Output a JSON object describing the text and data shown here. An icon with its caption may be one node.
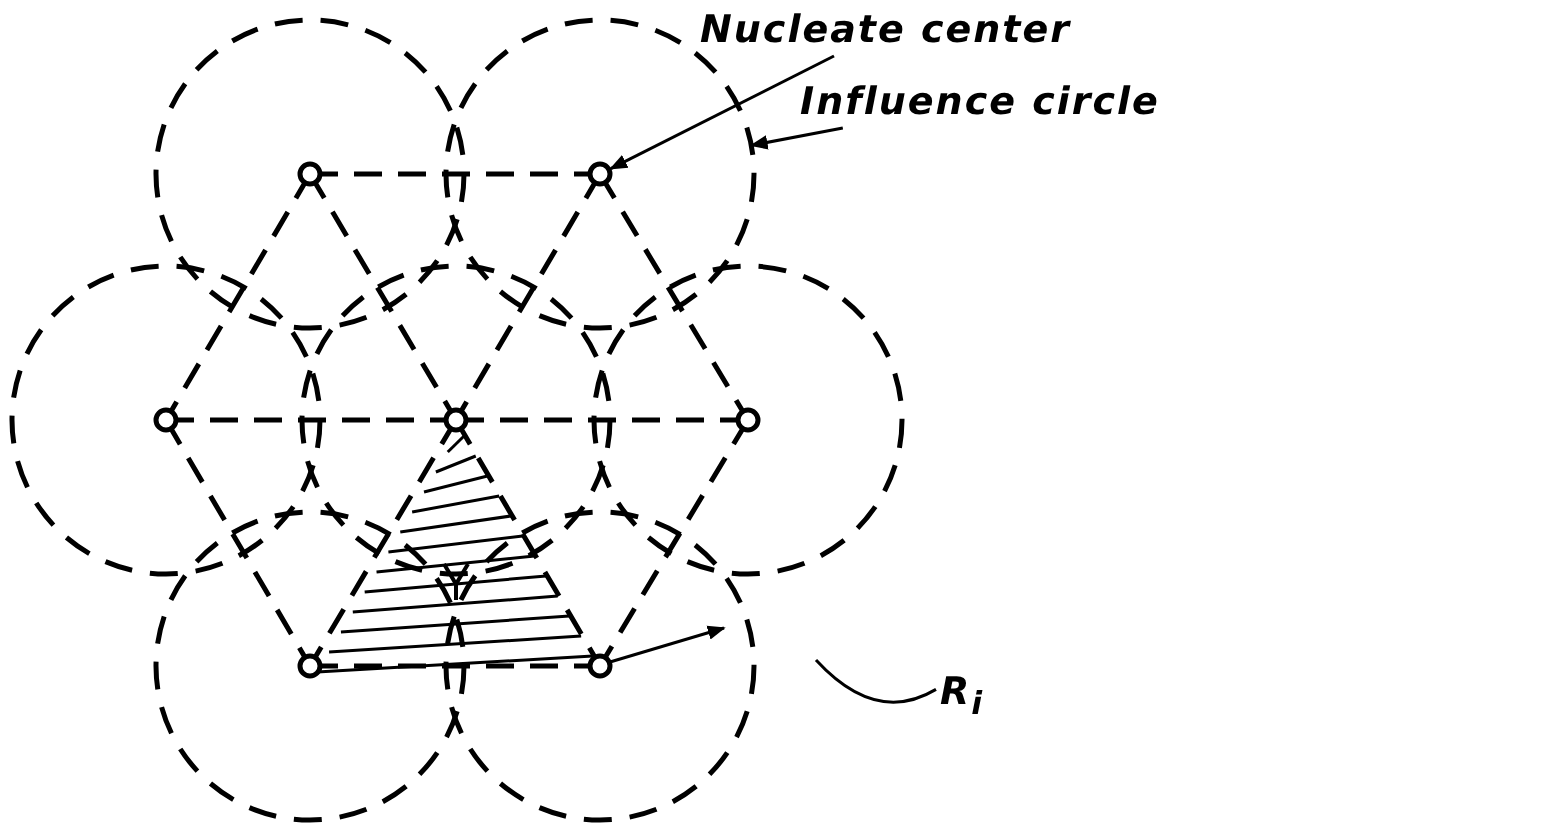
{
  "diagram": {
    "nodes": [
      {
        "text": [
          "Nucleate center"
        ]
      },
      {
        "text": [
          "Influence circle"
        ]
      },
      {
        "text": [
          "R$_{i}$"
        ]
      },
      {
        "text": [],
        "shape": "circle",
        "in": 4
      },
      {
        "text": [],
        "shape": "circle"
      }
    ],
    "edges": [
      {
        "from": 0,
        "to": 3,
        "arrow": "to"
      },
      {
        "from": 1,
        "to": 4,
        "arrow": "to"
      },
      {
        "from": 2,
        "to": null,
        "arrow": "none"
      }
    ]
  }
}
